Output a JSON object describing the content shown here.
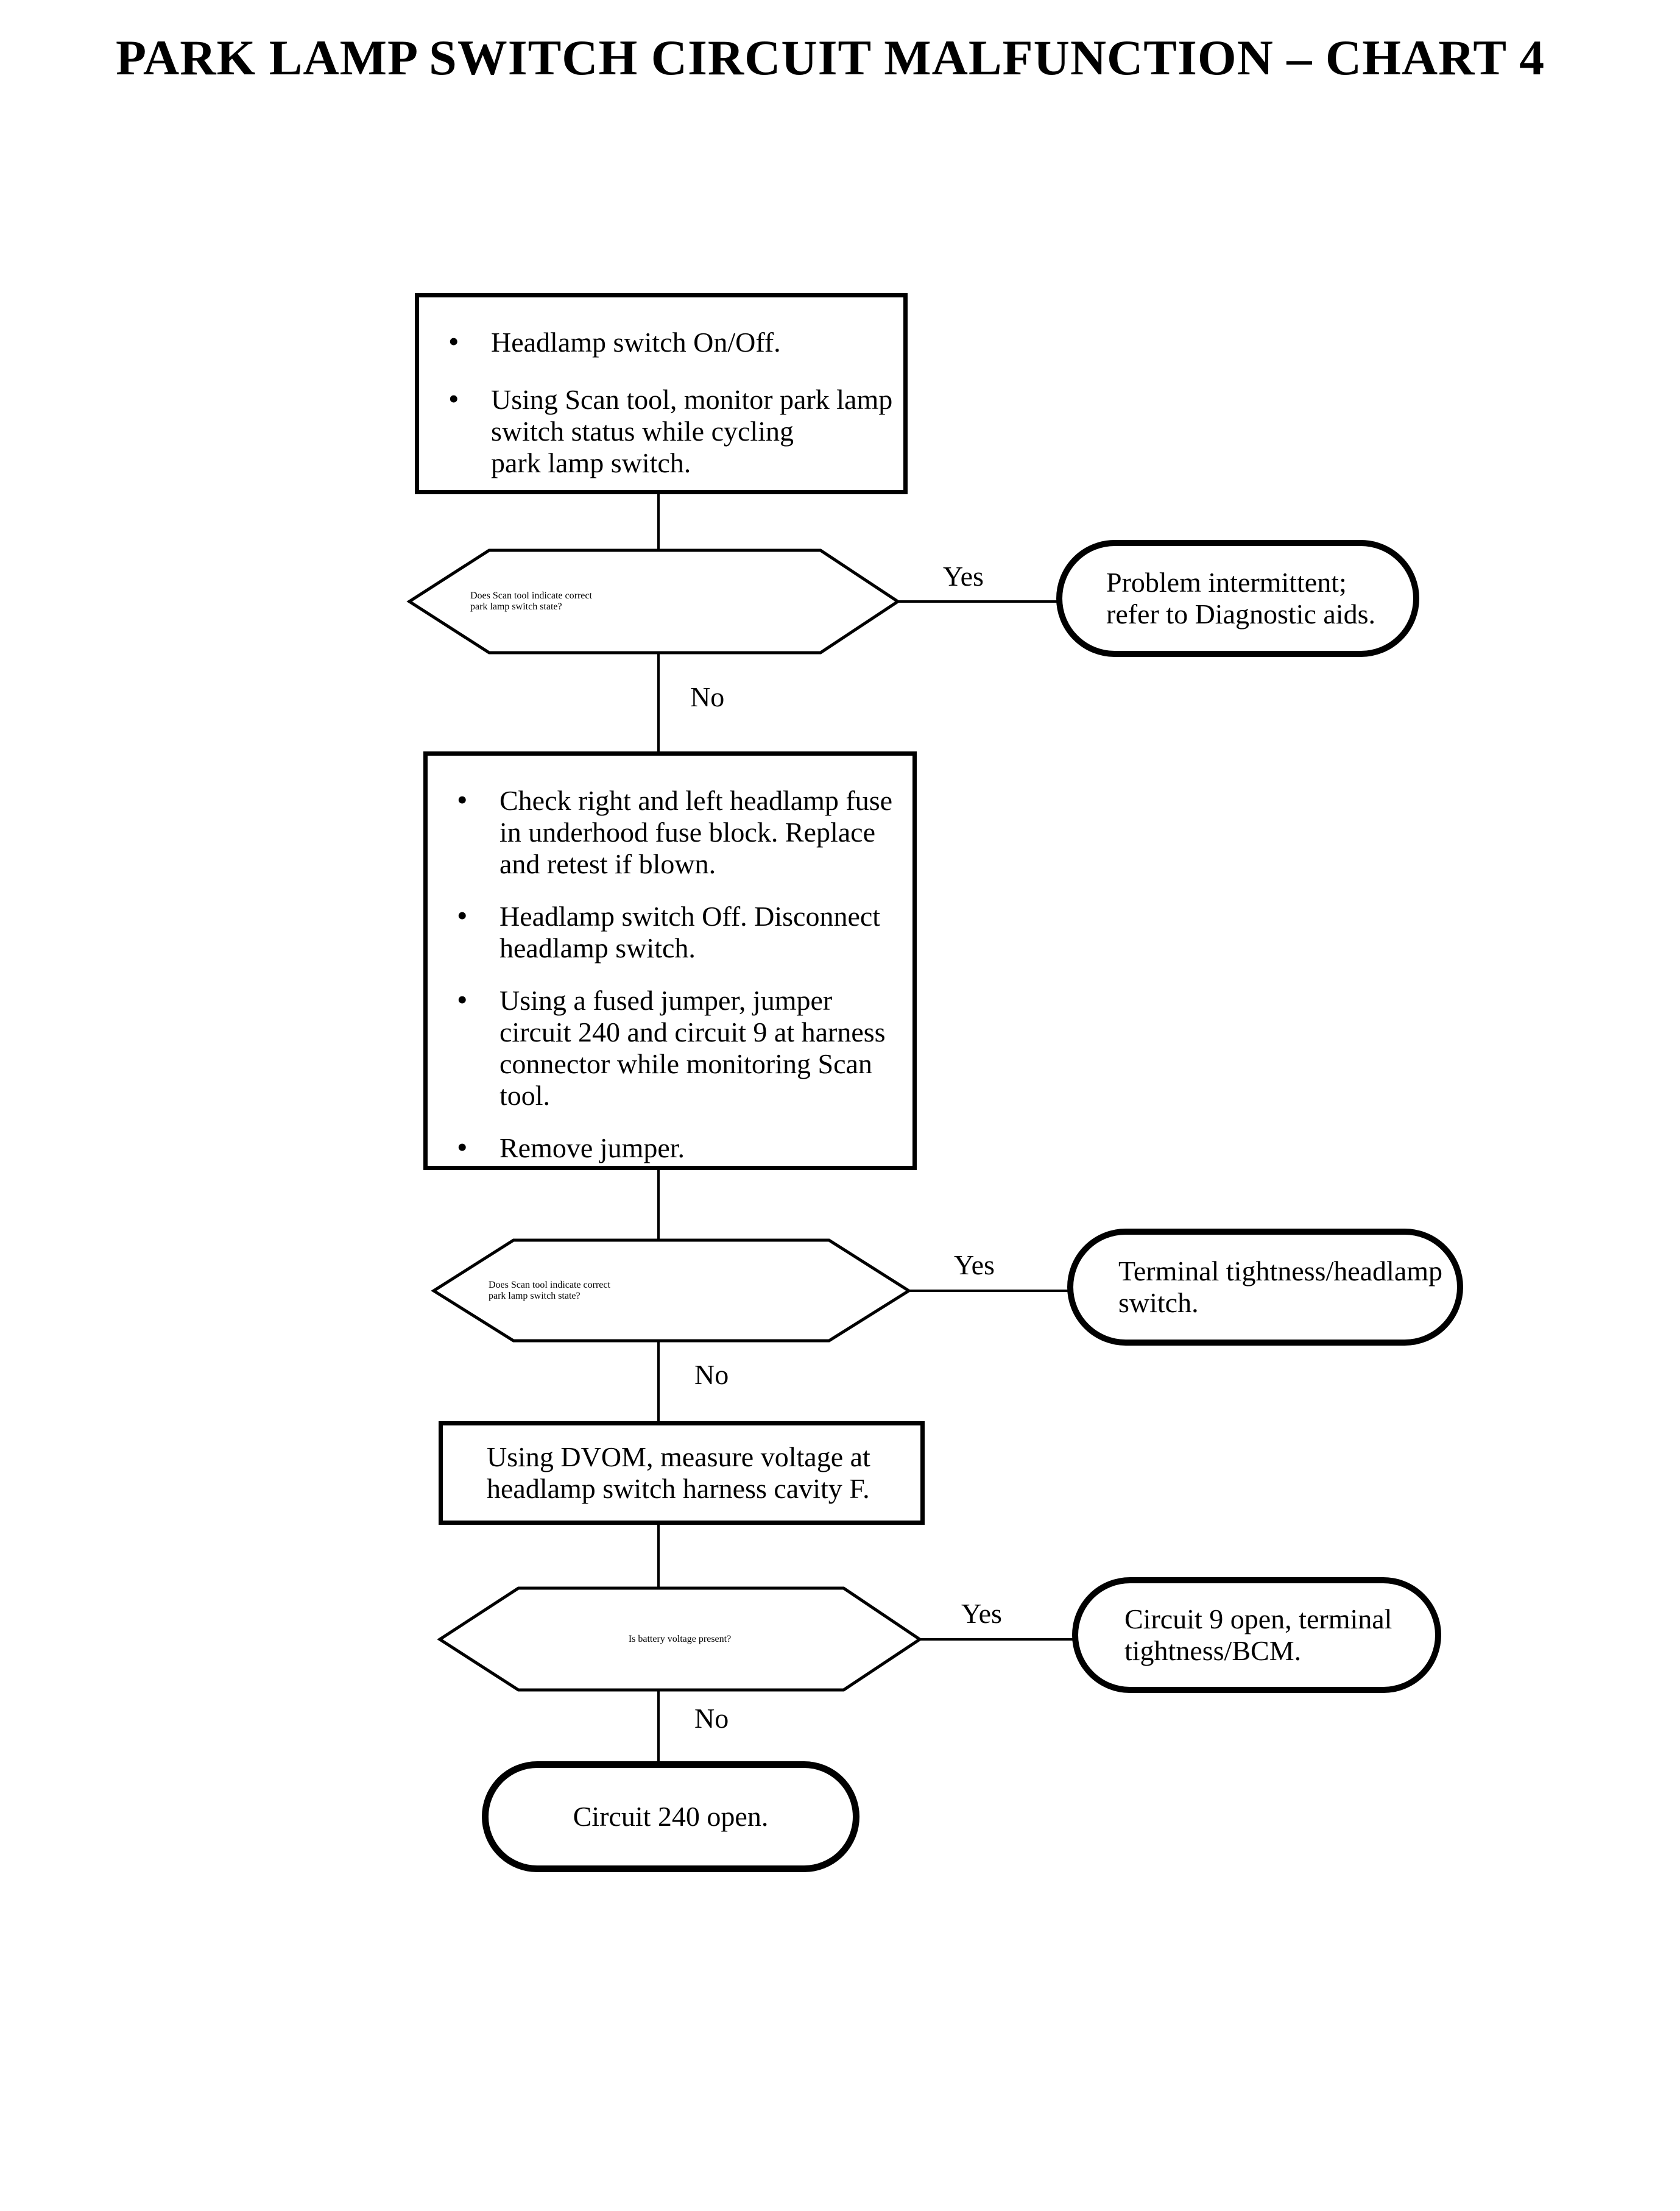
{
  "title": "PARK LAMP SWITCH CIRCUIT MALFUNCTION – CHART 4",
  "colors": {
    "ink": "#000000",
    "paper": "#ffffff"
  },
  "labels": {
    "yes": "Yes",
    "no": "No"
  },
  "nodes": {
    "step1": {
      "type": "process",
      "bullets": [
        "Headlamp switch On/Off.",
        "Using Scan tool, monitor park lamp\nswitch status while cycling\npark lamp switch."
      ]
    },
    "decision1": {
      "type": "decision",
      "text": "Does Scan tool indicate correct\npark lamp switch state?"
    },
    "result_intermittent": {
      "type": "terminal",
      "text": "Problem intermittent;\nrefer to Diagnostic aids."
    },
    "step2": {
      "type": "process",
      "bullets": [
        "Check right and left headlamp fuse\nin underhood fuse block. Replace\nand retest if blown.",
        "Headlamp switch Off. Disconnect\nheadlamp switch.",
        "Using a fused jumper, jumper\ncircuit 240 and circuit 9 at harness\nconnector while monitoring Scan\ntool.",
        "Remove jumper."
      ]
    },
    "decision2": {
      "type": "decision",
      "text": "Does Scan tool indicate correct\npark lamp switch state?"
    },
    "result_terminal_tightness": {
      "type": "terminal",
      "text": "Terminal tightness/headlamp\nswitch."
    },
    "step3": {
      "type": "process",
      "text": "Using DVOM, measure voltage at\nheadlamp switch harness cavity F."
    },
    "decision3": {
      "type": "decision",
      "text": "Is battery voltage present?"
    },
    "result_circuit9": {
      "type": "terminal",
      "text": "Circuit 9 open, terminal\ntightness/BCM."
    },
    "result_circuit240": {
      "type": "terminal",
      "text": "Circuit 240 open."
    }
  },
  "edges": [
    {
      "from": "step1",
      "to": "decision1",
      "label": ""
    },
    {
      "from": "decision1",
      "to": "result_intermittent",
      "label": "Yes"
    },
    {
      "from": "decision1",
      "to": "step2",
      "label": "No"
    },
    {
      "from": "step2",
      "to": "decision2",
      "label": ""
    },
    {
      "from": "decision2",
      "to": "result_terminal_tightness",
      "label": "Yes"
    },
    {
      "from": "decision2",
      "to": "step3",
      "label": "No"
    },
    {
      "from": "step3",
      "to": "decision3",
      "label": ""
    },
    {
      "from": "decision3",
      "to": "result_circuit9",
      "label": "Yes"
    },
    {
      "from": "decision3",
      "to": "result_circuit240",
      "label": "No"
    }
  ]
}
